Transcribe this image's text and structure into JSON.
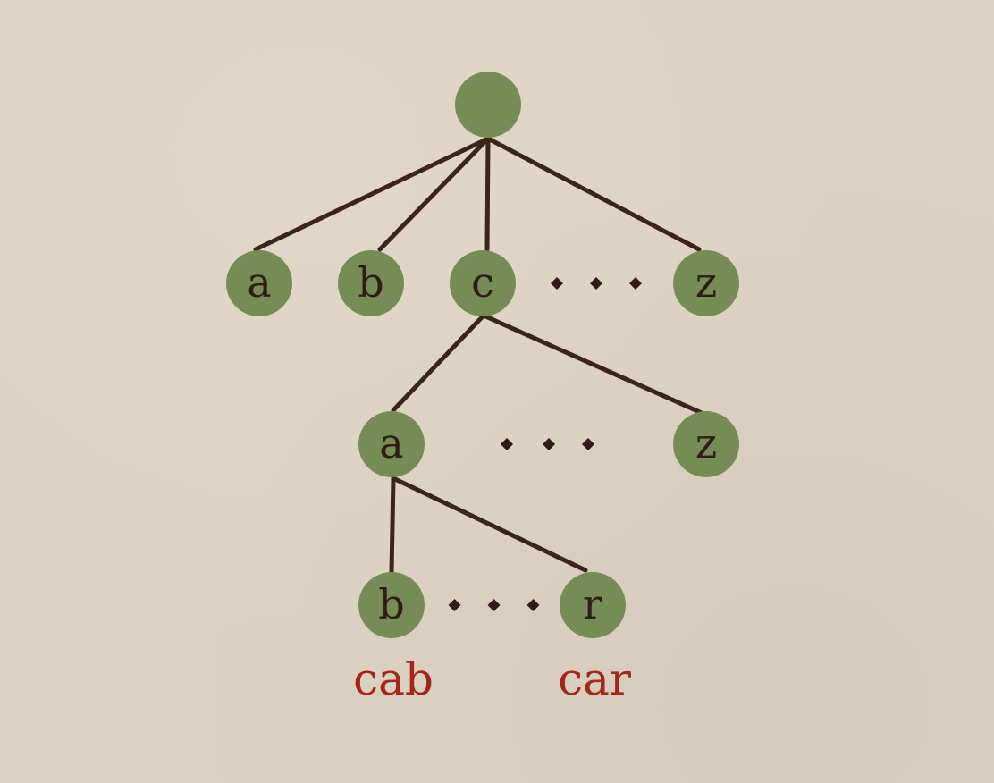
{
  "colors": {
    "background": "#ddd3c2",
    "node_fill": "#778b57",
    "edge": "#3a2519",
    "node_text": "#2e1d14",
    "word_text": "#a4261a"
  },
  "nodes": [
    {
      "id": "root",
      "label": ""
    },
    {
      "id": "a1",
      "label": "a"
    },
    {
      "id": "b1",
      "label": "b"
    },
    {
      "id": "c1",
      "label": "c"
    },
    {
      "id": "z1",
      "label": "z"
    },
    {
      "id": "a2",
      "label": "a"
    },
    {
      "id": "z2",
      "label": "z"
    },
    {
      "id": "b3",
      "label": "b"
    },
    {
      "id": "r3",
      "label": "r"
    }
  ],
  "edges": [
    {
      "from": "root",
      "to": "a1"
    },
    {
      "from": "root",
      "to": "b1"
    },
    {
      "from": "root",
      "to": "c1"
    },
    {
      "from": "root",
      "to": "z1"
    },
    {
      "from": "c1",
      "to": "a2"
    },
    {
      "from": "c1",
      "to": "z2"
    },
    {
      "from": "a2",
      "to": "b3"
    },
    {
      "from": "a2",
      "to": "r3"
    }
  ],
  "ellipses": [
    {
      "between": [
        "c1",
        "z1"
      ]
    },
    {
      "between": [
        "a2",
        "z2"
      ]
    },
    {
      "between": [
        "b3",
        "r3"
      ]
    }
  ],
  "words": [
    {
      "under": "b3",
      "text": "cab"
    },
    {
      "under": "r3",
      "text": "car"
    }
  ]
}
